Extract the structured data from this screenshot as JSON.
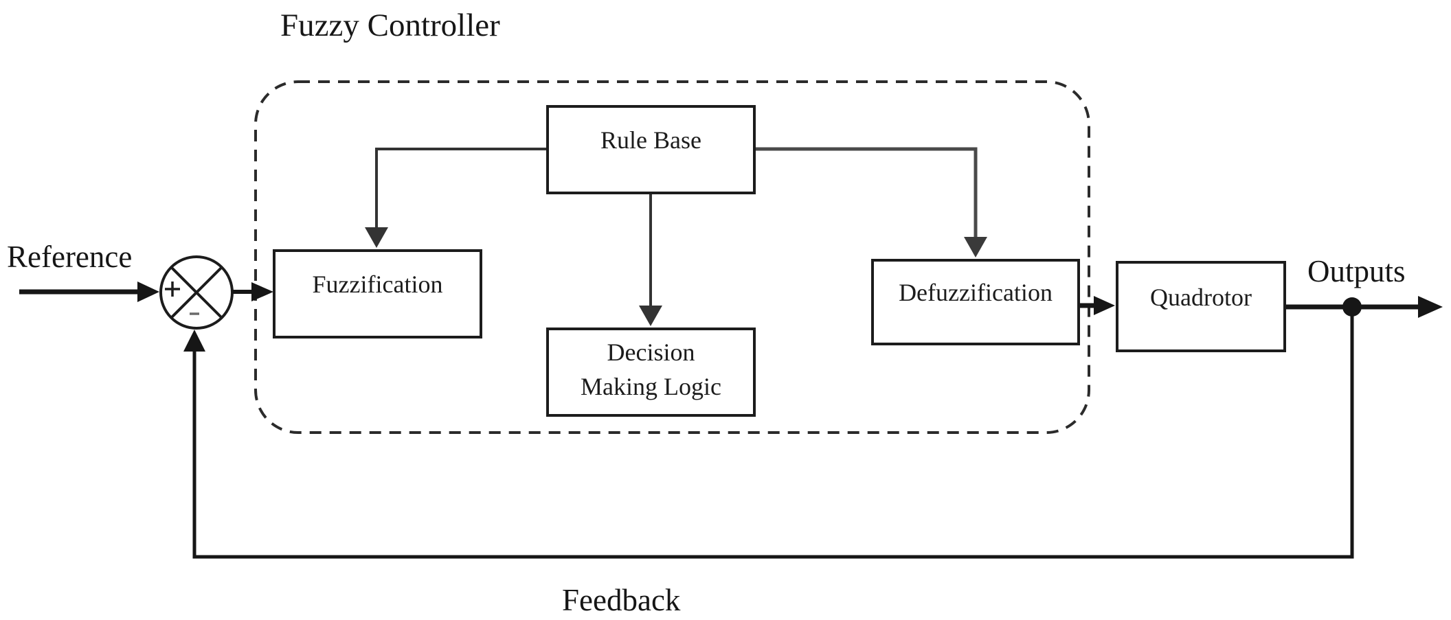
{
  "diagram": {
    "title": "Fuzzy Controller",
    "labels": {
      "reference": "Reference",
      "outputs": "Outputs",
      "feedback": "Feedback"
    },
    "blocks": {
      "rule_base": "Rule Base",
      "fuzzification": "Fuzzification",
      "decision_making_logic": "Decision\nMaking Logic",
      "defuzzification": "Defuzzification",
      "quadrotor": "Quadrotor"
    },
    "summing_junction": {
      "plus": "+",
      "minus": "-"
    },
    "colors": {
      "main_line": "#161616",
      "inner_line": "#3a3a3a",
      "dashed_boundary": "#2b2b2b",
      "box_border": "#1c1c1c",
      "background": "#ffffff"
    }
  }
}
